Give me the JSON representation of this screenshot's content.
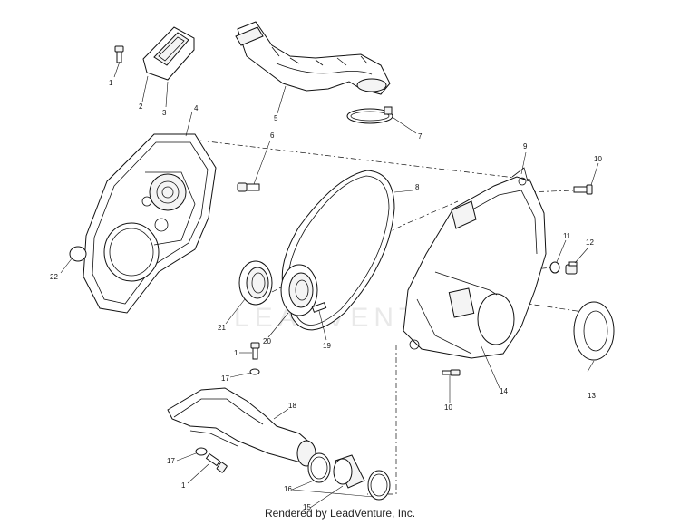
{
  "watermark": "LEADVENTURE",
  "footer": "Rendered by LeadVenture, Inc.",
  "callouts": [
    {
      "id": "1a",
      "text": "1"
    },
    {
      "id": "2",
      "text": "2"
    },
    {
      "id": "3",
      "text": "3"
    },
    {
      "id": "4",
      "text": "4"
    },
    {
      "id": "5",
      "text": "5"
    },
    {
      "id": "6",
      "text": "6"
    },
    {
      "id": "7",
      "text": "7"
    },
    {
      "id": "8",
      "text": "8"
    },
    {
      "id": "9",
      "text": "9"
    },
    {
      "id": "10a",
      "text": "10"
    },
    {
      "id": "11",
      "text": "11"
    },
    {
      "id": "12",
      "text": "12"
    },
    {
      "id": "13",
      "text": "13"
    },
    {
      "id": "14",
      "text": "14"
    },
    {
      "id": "10b",
      "text": "10"
    },
    {
      "id": "22",
      "text": "22"
    },
    {
      "id": "21",
      "text": "21"
    },
    {
      "id": "20",
      "text": "20"
    },
    {
      "id": "19",
      "text": "19"
    },
    {
      "id": "1b",
      "text": "1"
    },
    {
      "id": "17a",
      "text": "17"
    },
    {
      "id": "18",
      "text": "18"
    },
    {
      "id": "17b",
      "text": "17"
    },
    {
      "id": "1c",
      "text": "1"
    },
    {
      "id": "16",
      "text": "16"
    },
    {
      "id": "15",
      "text": "15"
    }
  ]
}
